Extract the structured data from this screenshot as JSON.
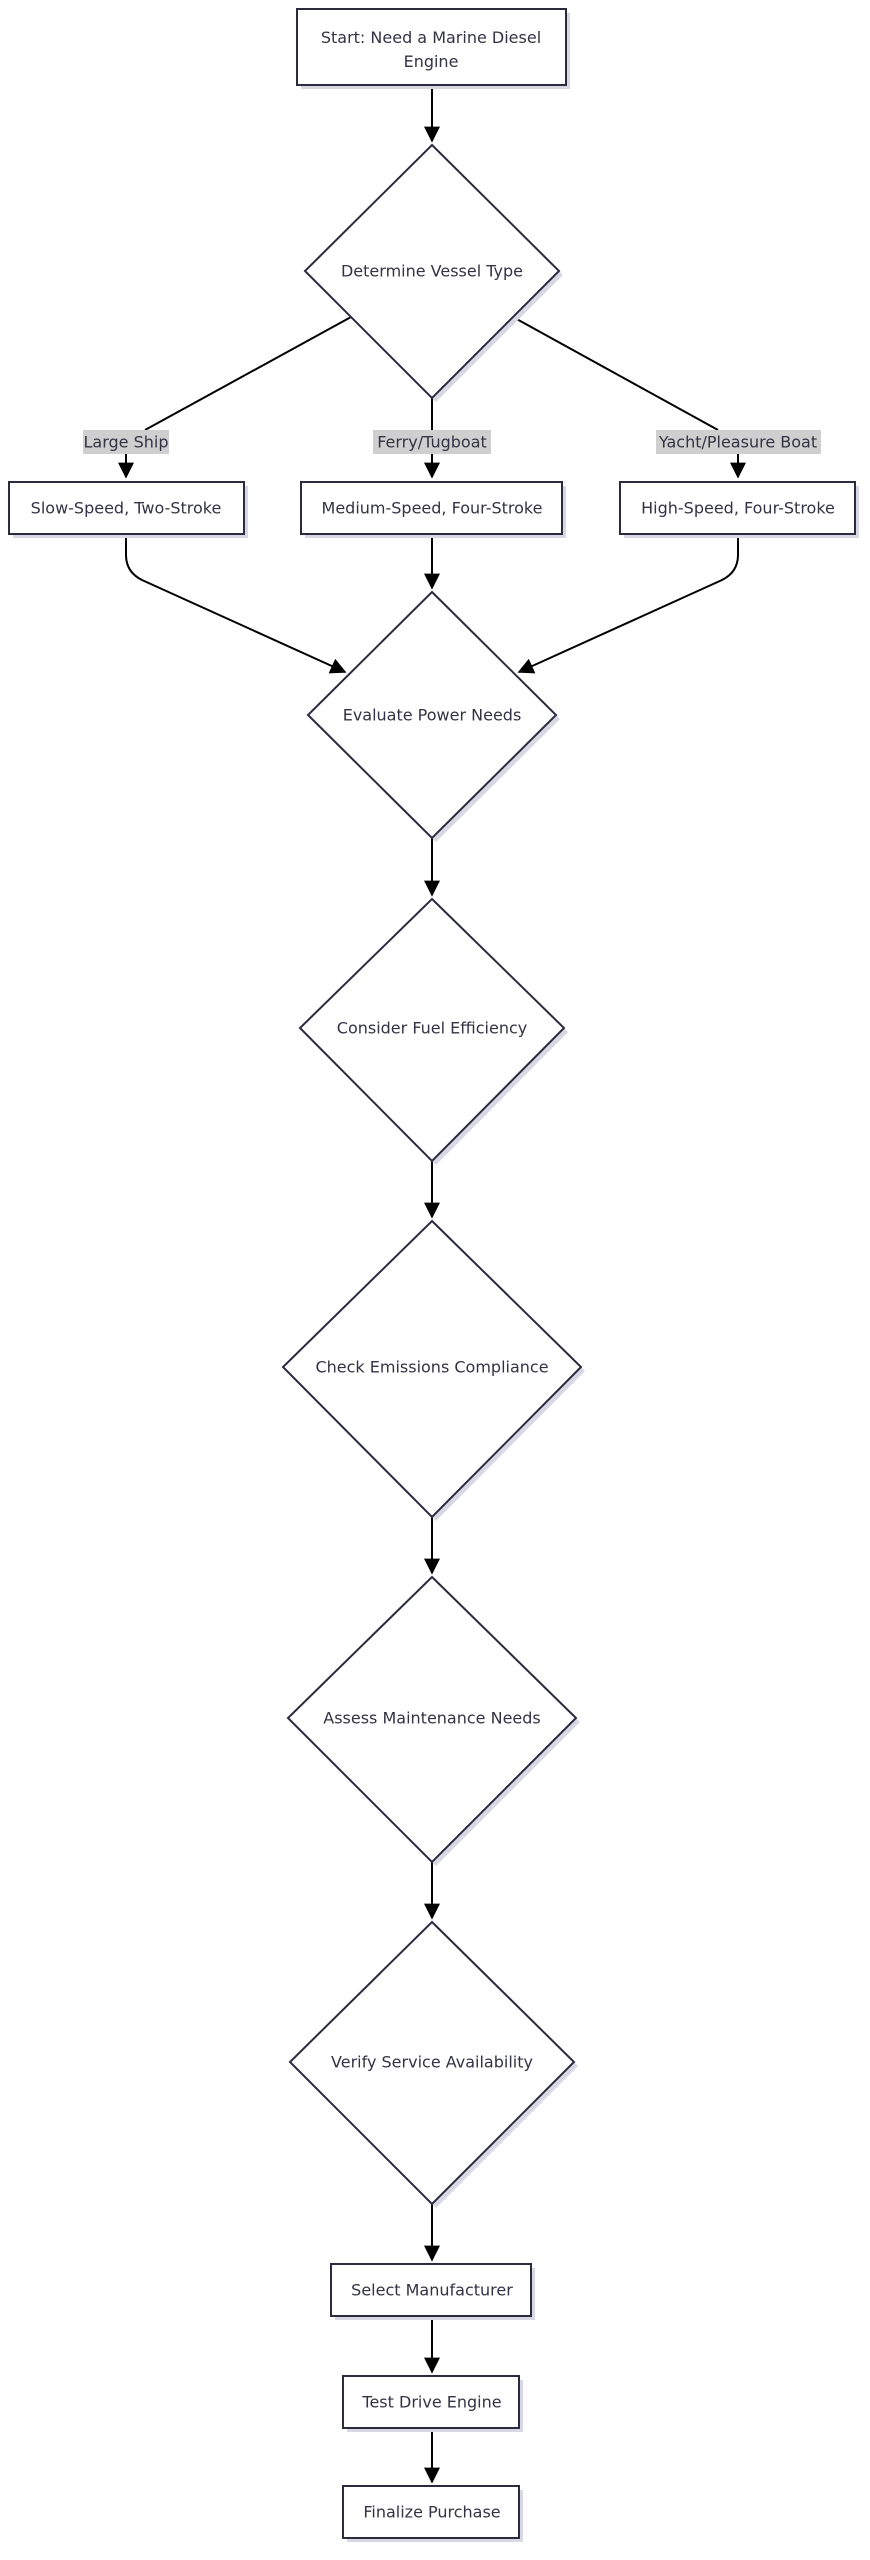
{
  "nodes": {
    "start": "Start: Need a Marine Diesel Engine",
    "vessel_type": "Determine Vessel Type",
    "slow_speed": "Slow-Speed, Two-Stroke",
    "medium_speed": "Medium-Speed, Four-Stroke",
    "high_speed": "High-Speed, Four-Stroke",
    "power_needs": "Evaluate Power Needs",
    "fuel_efficiency": "Consider Fuel Efficiency",
    "emissions": "Check Emissions Compliance",
    "maintenance": "Assess Maintenance Needs",
    "service": "Verify Service Availability",
    "manufacturer": "Select Manufacturer",
    "test_drive": "Test Drive Engine",
    "finalize": "Finalize Purchase"
  },
  "edge_labels": {
    "large_ship": "Large Ship",
    "ferry_tugboat": "Ferry/Tugboat",
    "yacht": "Yacht/Pleasure Boat"
  },
  "colors": {
    "node_fill": "#ffffff",
    "node_stroke": "#2b2b3f",
    "shadow": "#d8d8e4",
    "edge": "#000000",
    "label_bg": "#cfcfcf",
    "text": "#333344"
  }
}
